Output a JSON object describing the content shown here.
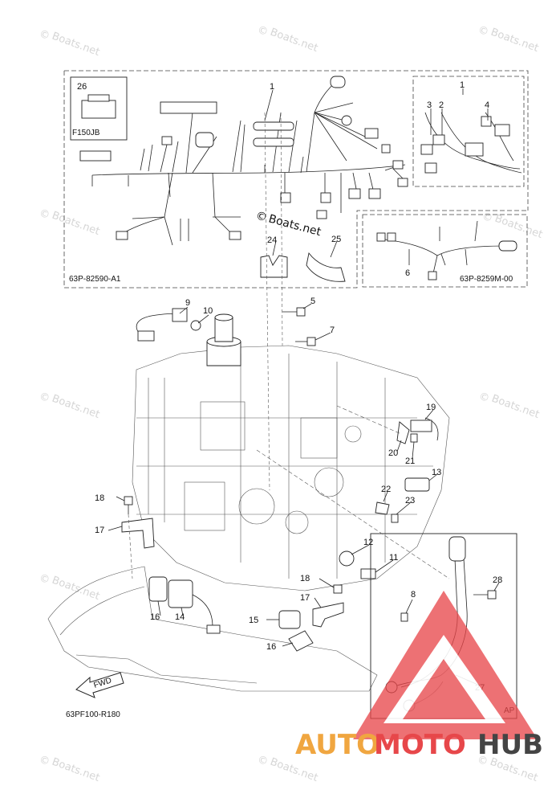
{
  "diagram": {
    "part_labels": [
      "1",
      "2",
      "3",
      "4",
      "5",
      "6",
      "7",
      "8",
      "9",
      "10",
      "11",
      "12",
      "13",
      "14",
      "15",
      "16",
      "17",
      "18",
      "19",
      "20",
      "21",
      "22",
      "23",
      "24",
      "25",
      "26",
      "27",
      "28"
    ],
    "codes": {
      "harness_main": "63P-82590-A1",
      "harness_sub": "63P-8259M-00",
      "connector_box": "F150JB",
      "figure_code": "63PF100-R180",
      "fwd_arrow": "FWD",
      "ap_badge": "AP"
    },
    "watermark": {
      "text": "Boats.net",
      "center_text": "Boats.net",
      "copyright": "©"
    },
    "brand": {
      "part1": "AUTO",
      "part2": "MOTO",
      "part3": "HUB"
    }
  },
  "colors": {
    "brand_orange": "#f0a640",
    "brand_red": "#e7474a",
    "brand_gray": "#444444",
    "triangle": "#e8474a",
    "watermark": "#d6d6d6"
  }
}
